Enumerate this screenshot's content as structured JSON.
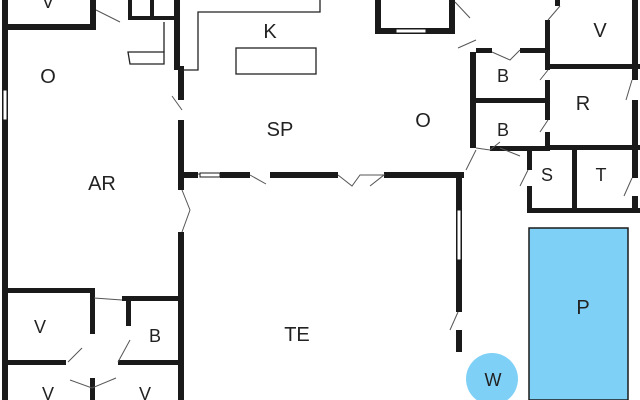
{
  "floorplan": {
    "rooms": {
      "top_left_v": "V",
      "living_o": "O",
      "living_ar": "AR",
      "kitchen_k": "K",
      "dining_sp": "SP",
      "dining_o": "O",
      "top_right_v": "V",
      "bath_b_1": "B",
      "bath_b_2": "B",
      "room_r": "R",
      "room_s": "S",
      "room_t": "T",
      "room_te": "TE",
      "bottom_left_v_1": "V",
      "bottom_left_b": "B",
      "bottom_left_v_2": "V",
      "bottom_left_v_3": "V",
      "pool": "P",
      "whirlpool": "W"
    },
    "colors": {
      "wall": "#1a1a1a",
      "pool": "#7fd0f7",
      "whirlpool": "#7fd0f7",
      "background": "#ffffff"
    }
  }
}
